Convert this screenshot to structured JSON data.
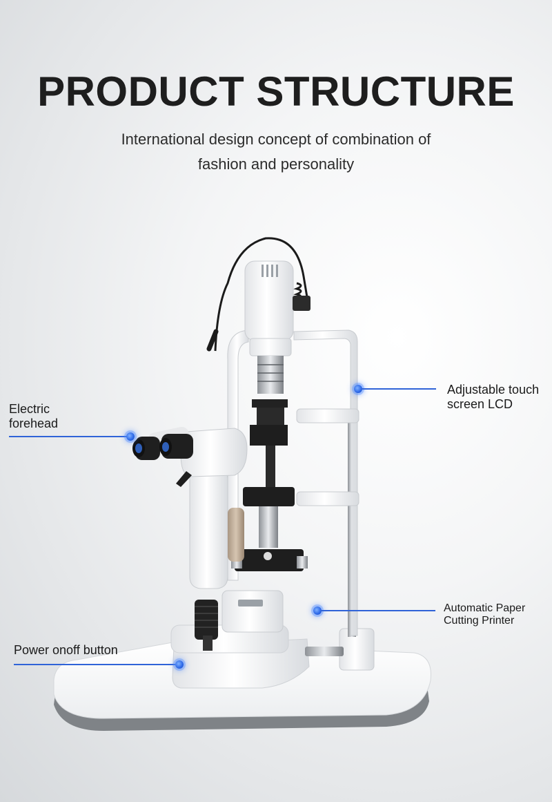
{
  "heading": {
    "title": "PRODUCT STRUCTURE",
    "subtitle_line1": "International design concept of combination of",
    "subtitle_line2": "fashion and personality"
  },
  "callouts": {
    "lcd": {
      "line1": "Adjustable touch",
      "line2": "screen LCD"
    },
    "forehead": {
      "line1": "Electric",
      "line2": "forehead"
    },
    "printer": {
      "line1": "Automatic Paper",
      "line2": "Cutting Printer"
    },
    "power": {
      "line1": "Power onoff button"
    }
  },
  "colors": {
    "accent": "#2f63d8",
    "title": "#1e1e1e"
  }
}
